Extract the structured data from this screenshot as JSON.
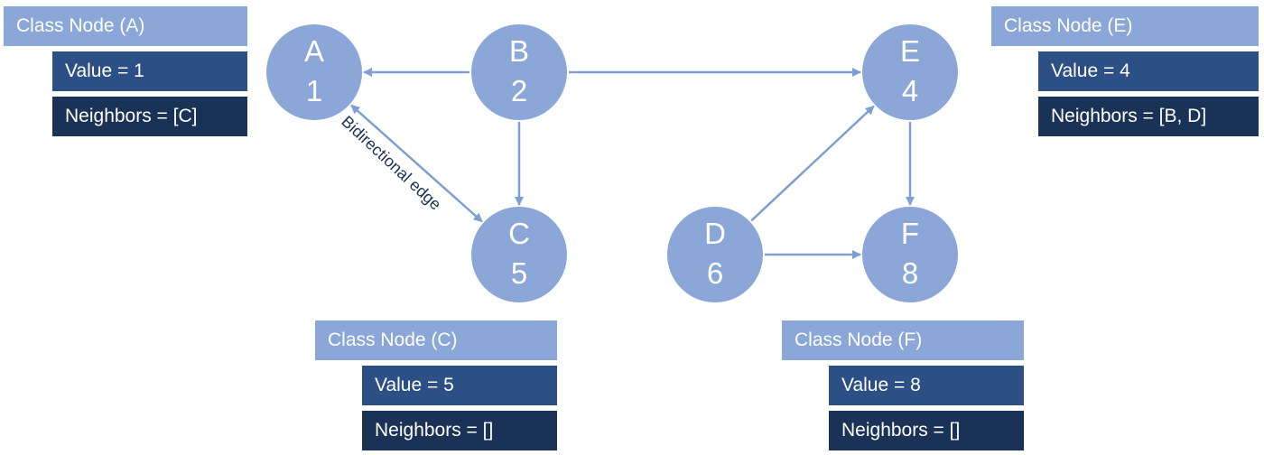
{
  "colors": {
    "node_fill": "#8aa7d8",
    "edge": "#7f9fd4",
    "class_header": "#8aa7d8",
    "value_box": "#2c4f86",
    "neighbors_box": "#1b3257",
    "edge_label_text": "#1b3257"
  },
  "nodes": [
    {
      "id": "A",
      "letter": "A",
      "value": "1"
    },
    {
      "id": "B",
      "letter": "B",
      "value": "2"
    },
    {
      "id": "C",
      "letter": "C",
      "value": "5"
    },
    {
      "id": "D",
      "letter": "D",
      "value": "6"
    },
    {
      "id": "E",
      "letter": "E",
      "value": "4"
    },
    {
      "id": "F",
      "letter": "F",
      "value": "8"
    }
  ],
  "edges": [
    {
      "from": "B",
      "to": "A",
      "directed": true
    },
    {
      "from": "B",
      "to": "E",
      "directed": true
    },
    {
      "from": "B",
      "to": "C",
      "directed": true
    },
    {
      "from": "A",
      "to": "C",
      "directed": true,
      "bidirectional": true
    },
    {
      "from": "D",
      "to": "E",
      "directed": true
    },
    {
      "from": "D",
      "to": "F",
      "directed": true
    },
    {
      "from": "E",
      "to": "F",
      "directed": true
    }
  ],
  "edge_label": "Bidirectional edge",
  "class_boxes": {
    "A": {
      "title": "Class Node (A)",
      "value": "Value = 1",
      "neighbors": "Neighbors = [C]"
    },
    "E": {
      "title": "Class Node (E)",
      "value": "Value = 4",
      "neighbors": "Neighbors = [B, D]"
    },
    "C": {
      "title": "Class Node (C)",
      "value": "Value = 5",
      "neighbors": "Neighbors = []"
    },
    "F": {
      "title": "Class Node (F)",
      "value": "Value = 8",
      "neighbors": "Neighbors = []"
    }
  }
}
